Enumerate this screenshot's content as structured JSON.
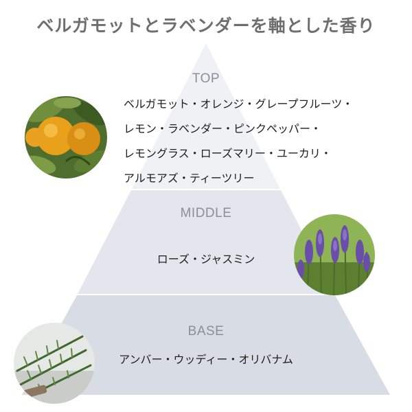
{
  "title": "ベルガモットとラベンダーを軸とした香り",
  "tiers": {
    "top": {
      "label": "TOP",
      "notes": [
        "ベルガモット・オレンジ・グレープフルーツ・",
        "レモン・ラベンダー・ピンクペッパー・",
        "レモングラス・ローズマリー・ユーカリ・",
        "アルモアズ・ティーツリー"
      ]
    },
    "middle": {
      "label": "MIDDLE",
      "notes": "ローズ・ジャスミン"
    },
    "base": {
      "label": "BASE",
      "notes": "アンバー・ウッディー・オリバナム"
    }
  },
  "colors": {
    "top_tier": "#eff1f5",
    "middle_tier": "#e3e6ec",
    "base_tier": "#d8dce4",
    "label": "#8a8f99",
    "title": "#6e6e6e"
  },
  "images": {
    "top": "citrus-oranges-photo",
    "middle": "lavender-photo",
    "base": "rosemary-herb-photo"
  }
}
